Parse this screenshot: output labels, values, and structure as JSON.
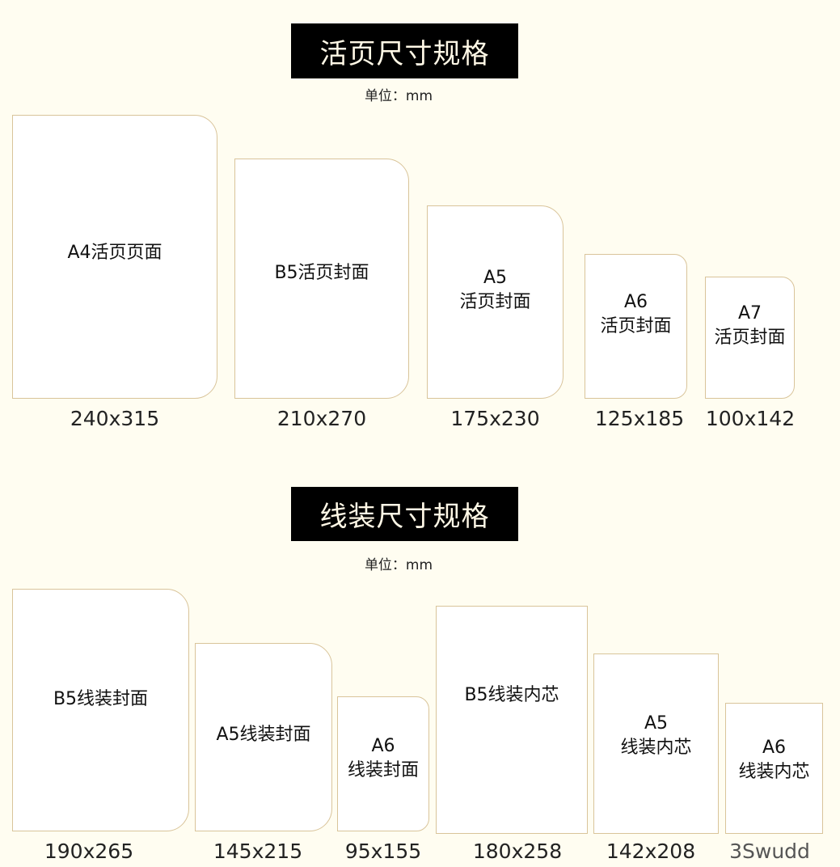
{
  "sections": [
    {
      "title": "活页尺寸规格",
      "unit": "单位：mm",
      "items": [
        {
          "label": "A4活页页面",
          "size": "240x315"
        },
        {
          "label": "B5活页封面",
          "size": "210x270"
        },
        {
          "label": "A5\n活页封面",
          "size": "175x230"
        },
        {
          "label": "A6\n活页封面",
          "size": "125x185"
        },
        {
          "label": "A7\n活页封面",
          "size": "100x142"
        }
      ]
    },
    {
      "title": "线装尺寸规格",
      "unit": "单位：mm",
      "items": [
        {
          "label": "B5线装封面",
          "size": "190x265"
        },
        {
          "label": "A5线装封面",
          "size": "145x215"
        },
        {
          "label": "A6\n线装封面",
          "size": "95x155"
        },
        {
          "label": "B5线装内芯",
          "size": "180x258"
        },
        {
          "label": "A5\n线装内芯",
          "size": "142x208"
        },
        {
          "label": "A6\n线装内芯",
          "size": "3Swudd"
        }
      ]
    }
  ],
  "colors": {
    "background": "#fffdf1",
    "title_bar": "#000000",
    "card_border": "#d9c49a"
  }
}
